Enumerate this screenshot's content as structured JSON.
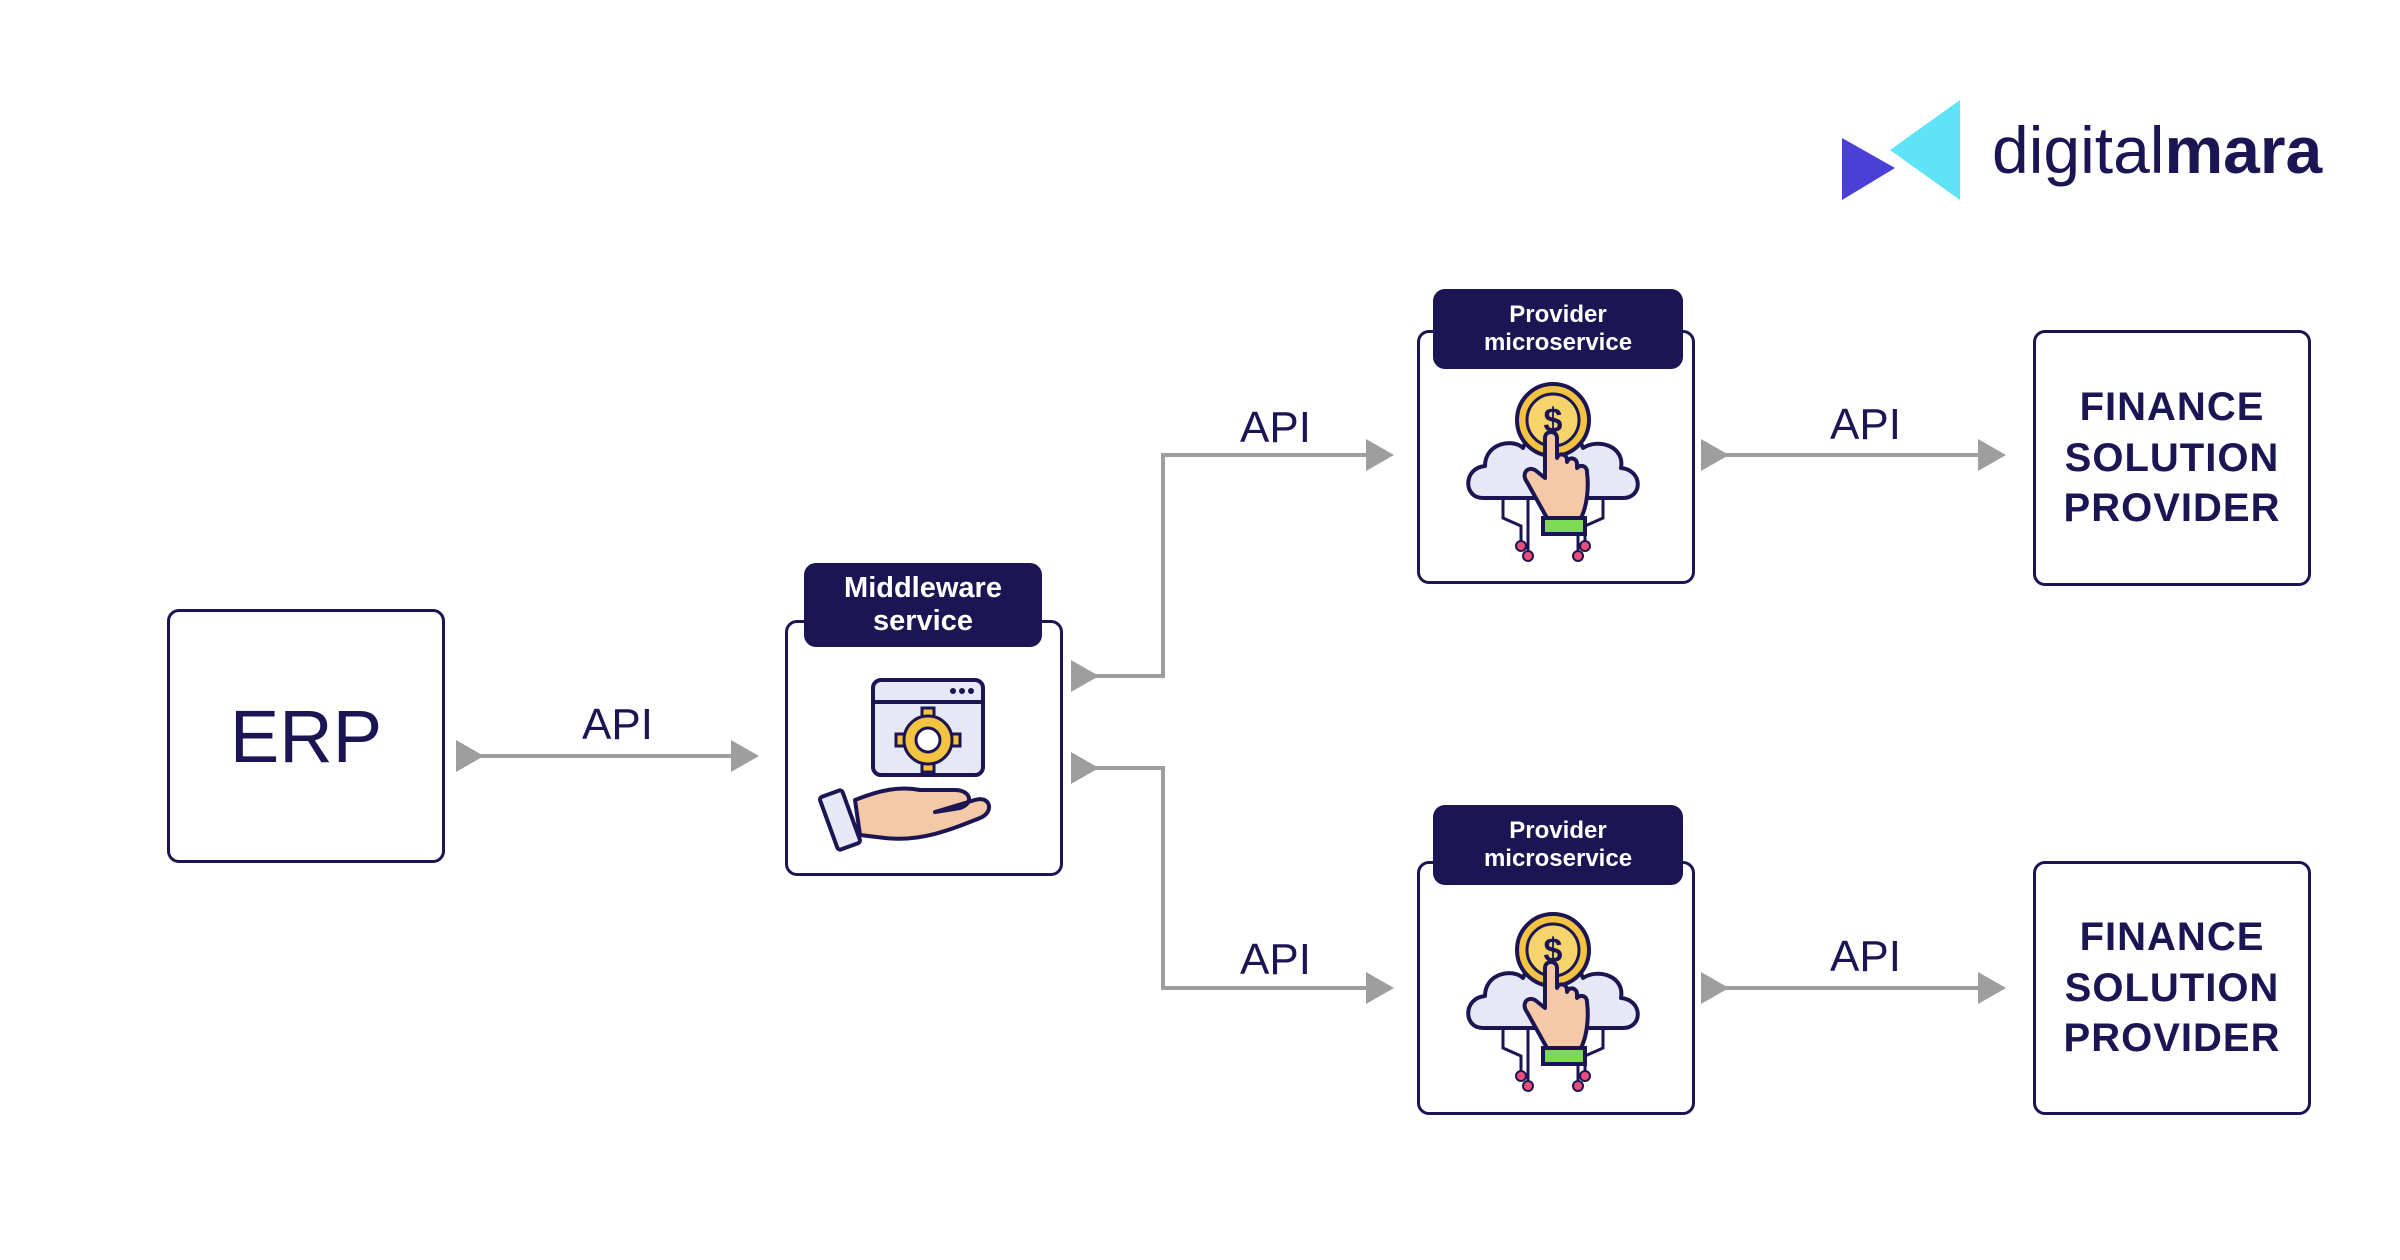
{
  "brand": {
    "light": "digital",
    "bold": "mara"
  },
  "erp": {
    "label": "ERP"
  },
  "middleware": {
    "line1": "Middleware",
    "line2": "service"
  },
  "provider_top": {
    "line1": "Provider",
    "line2": "microservice"
  },
  "provider_bottom": {
    "line1": "Provider",
    "line2": "microservice"
  },
  "finance_top": {
    "line1": "FINANCE",
    "line2": "SOLUTION",
    "line3": "PROVIDER"
  },
  "finance_bottom": {
    "line1": "FINANCE",
    "line2": "SOLUTION",
    "line3": "PROVIDER"
  },
  "api_labels": {
    "erp_middleware": "API",
    "middleware_top": "API",
    "middleware_bottom": "API",
    "top_finance": "API",
    "bottom_finance": "API"
  },
  "colors": {
    "navy": "#1b1553",
    "arrow": "#9e9e9e",
    "logo_dark": "#4a3fd6",
    "logo_light": "#5ee3f7",
    "coin": "#f5c342",
    "skin": "#f5c9a8"
  },
  "icons": {
    "middleware": "gear-window-hand-icon",
    "provider": "cloud-coin-hand-icon",
    "logo": "digitalmara-logo-icon"
  }
}
